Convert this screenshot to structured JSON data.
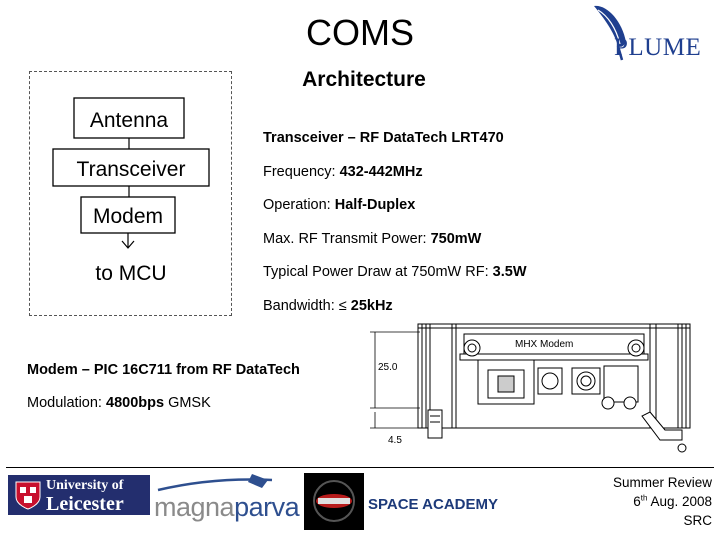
{
  "slide": {
    "title": "COMS",
    "subtitle": "Architecture"
  },
  "diagram": {
    "blocks": [
      "Antenna",
      "Transceiver",
      "Modem"
    ],
    "output_label": "to MCU"
  },
  "transceiver": {
    "heading": "Transceiver – RF DataTech LRT470",
    "specs": [
      {
        "label": "Frequency: ",
        "value": "432-442MHz"
      },
      {
        "label": "Operation: ",
        "value": "Half-Duplex"
      },
      {
        "label": "Max. RF Transmit Power: ",
        "value": "750mW"
      },
      {
        "label": "Typical Power Draw at 750mW RF: ",
        "value": "3.5W"
      },
      {
        "label": "Bandwidth: ≤ ",
        "value": "25kHz"
      }
    ]
  },
  "modem": {
    "heading": "Modem – PIC 16C711 from RF DataTech",
    "modulation_label": "Modulation: ",
    "modulation_value": "4800bps",
    "modulation_suffix": " GMSK"
  },
  "drawing": {
    "part_label": "MHX Modem",
    "dim_height": "25.0",
    "dim_small": "4.5"
  },
  "footer": {
    "leicester_line1": "University of",
    "leicester_line2": "Leicester",
    "magna_part1": "magna",
    "magna_part2": "parva",
    "space_academy": "SPACE ACADEMY",
    "review_line1": "Summer Review",
    "review_day": "6",
    "review_day_suffix": "th",
    "review_date_rest": " Aug. 2008",
    "review_line3": "SRC"
  },
  "logo": {
    "plume_word": "PLUME"
  },
  "colors": {
    "plume_blue": "#1f3f8f",
    "leicester_navy": "#232e6e",
    "magna_grey": "#8a8a8a",
    "magna_blue": "#2e4f8f",
    "space_academy_blue": "#1d3a7a"
  }
}
